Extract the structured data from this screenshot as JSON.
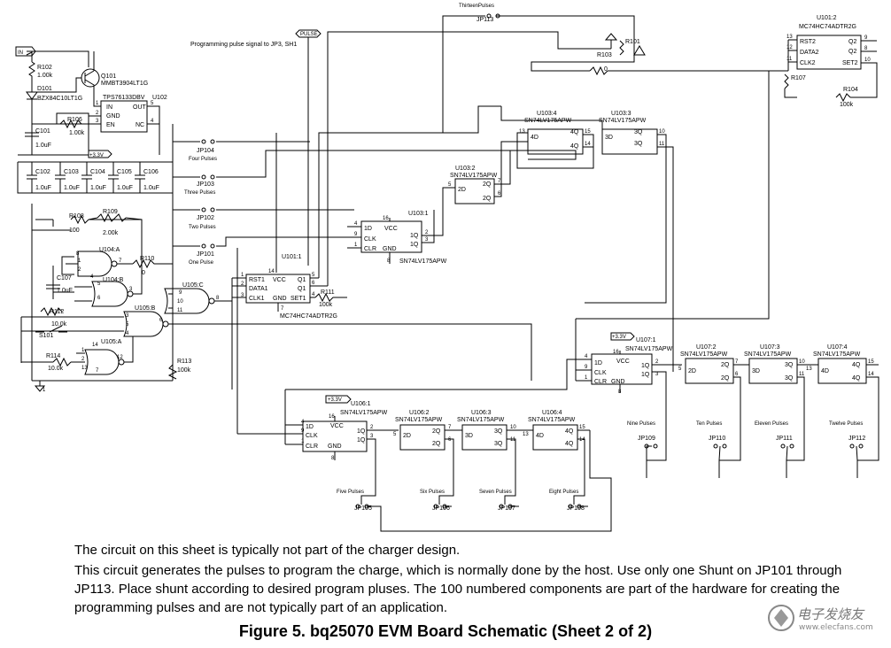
{
  "schematic": {
    "ports": {
      "in": "IN",
      "pulse": "PULSE",
      "pulse_note": "Programming pulse signal to JP3, SH1",
      "supply": "+3.3V"
    },
    "q101": {
      "ref": "Q101",
      "part": "MMBT3904LT1G"
    },
    "d101": {
      "ref": "D101",
      "part": "BZX84C10LT1G"
    },
    "r102": {
      "ref": "R102",
      "value": "1.00k"
    },
    "r106": {
      "ref": "R106",
      "value": "1.00k"
    },
    "u102": {
      "ref": "U102",
      "part": "TPS76133DBV",
      "pin_in": "IN",
      "pin_gnd": "GND",
      "pin_en": "EN",
      "pin_out": "OUT",
      "pin_nc": "NC",
      "n1": "1",
      "n2": "2",
      "n3": "3",
      "n4": "4",
      "n5": "5"
    },
    "c101": {
      "ref": "C101",
      "value": "1.0uF"
    },
    "caps": [
      {
        "ref": "C102",
        "value": "1.0uF"
      },
      {
        "ref": "C103",
        "value": "1.0uF"
      },
      {
        "ref": "C104",
        "value": "1.0uF"
      },
      {
        "ref": "C105",
        "value": "1.0uF"
      },
      {
        "ref": "C106",
        "value": "1.0uF"
      }
    ],
    "r108": {
      "ref": "R108",
      "value": "100"
    },
    "r109": {
      "ref": "R109",
      "value": "2.00k"
    },
    "r110": {
      "ref": "R110",
      "value": "0"
    },
    "c107": {
      "ref": "C107",
      "value": "1.0uF"
    },
    "r112": {
      "ref": "R112",
      "value": "10.0k"
    },
    "r114": {
      "ref": "R114",
      "value": "10.0k"
    },
    "r113": {
      "ref": "R113",
      "value": "100k"
    },
    "r111": {
      "ref": "R111",
      "value": "100k"
    },
    "r101": {
      "ref": "R101"
    },
    "r103": {
      "ref": "R103",
      "value": "0"
    },
    "r107": {
      "ref": "R107"
    },
    "r104": {
      "ref": "R104",
      "value": "100k"
    },
    "s101": {
      "ref": "S101"
    },
    "gates": {
      "u104a": {
        "ref": "U104:A",
        "pins": [
          "8",
          "1",
          "2",
          "7"
        ]
      },
      "u104b": {
        "ref": "U104:B",
        "pins": [
          "4",
          "5",
          "6",
          "3"
        ]
      },
      "u105c": {
        "ref": "U105:C",
        "pins": [
          "9",
          "10",
          "11",
          "8"
        ]
      },
      "u105b": {
        "ref": "U105:B",
        "pins": [
          "3",
          "5",
          "4",
          "6"
        ]
      },
      "u105a": {
        "ref": "U105:A",
        "pins": [
          "14",
          "1",
          "2",
          "13",
          "7",
          "12"
        ]
      }
    },
    "u101_1": {
      "ref": "U101:1",
      "part": "MC74HC74ADTR2G",
      "rst": "RST1",
      "data": "DATA1",
      "clk": "CLK1",
      "vcc": "VCC",
      "q": "Q1",
      "qbar": "Q1",
      "gnd": "GND",
      "set": "SET1",
      "pins": [
        "14",
        "1",
        "2",
        "3",
        "7",
        "5",
        "6",
        "4"
      ]
    },
    "u101_2": {
      "ref": "U101:2",
      "part": "MC74HC74ADTR2G",
      "rst": "RST2",
      "data": "DATA2",
      "clk": "CLK2",
      "q": "Q2",
      "qbar": "Q2",
      "set": "SET2",
      "pins": [
        "13",
        "12",
        "11",
        "9",
        "8",
        "10"
      ]
    },
    "u103_1": {
      "ref": "U103:1",
      "part": "SN74LV175APW",
      "d": "1D",
      "clk": "CLK",
      "clr": "CLR",
      "vcc": "VCC",
      "q": "1Q",
      "qbar": "1Q",
      "gnd": "GND",
      "pins": [
        "16",
        "4",
        "9",
        "1",
        "2",
        "3",
        "8"
      ]
    },
    "u103_2": {
      "ref": "U103:2",
      "part": "SN74LV175APW",
      "d": "2D",
      "q": "2Q",
      "qbar": "2Q",
      "pins": [
        "5",
        "7",
        "6"
      ]
    },
    "u103_3": {
      "ref": "U103:3",
      "part": "SN74LV175APW",
      "d": "3D",
      "q": "3Q",
      "qbar": "3Q",
      "pins": [
        "10",
        "11"
      ]
    },
    "u103_4": {
      "ref": "U103:4",
      "part": "SN74LV175APW",
      "d": "4D",
      "q": "4Q",
      "qbar": "4Q",
      "pins": [
        "13",
        "15",
        "14"
      ]
    },
    "u106": [
      {
        "ref": "U106:1",
        "part": "SN74LV175APW",
        "d": "1D",
        "q": "1Q",
        "qbar": "1Q",
        "pins": [
          "4",
          "2",
          "3"
        ]
      },
      {
        "ref": "U106:2",
        "part": "SN74LV175APW",
        "d": "2D",
        "q": "2Q",
        "qbar": "2Q",
        "pins": [
          "5",
          "7",
          "6"
        ]
      },
      {
        "ref": "U106:3",
        "part": "SN74LV175APW",
        "d": "3D",
        "q": "3Q",
        "qbar": "3Q",
        "pins": [
          "10",
          "11"
        ]
      },
      {
        "ref": "U106:4",
        "part": "SN74LV175APW",
        "d": "4D",
        "q": "4Q",
        "qbar": "4Q",
        "pins": [
          "13",
          "15",
          "14"
        ]
      }
    ],
    "u107": [
      {
        "ref": "U107:1",
        "part": "SN74LV175APW",
        "d": "1D",
        "q": "1Q",
        "qbar": "1Q",
        "pins": [
          "4",
          "2",
          "3"
        ]
      },
      {
        "ref": "U107:2",
        "part": "SN74LV175APW",
        "d": "2D",
        "q": "2Q",
        "qbar": "2Q",
        "pins": [
          "5",
          "7",
          "6"
        ]
      },
      {
        "ref": "U107:3",
        "part": "SN74LV175APW",
        "d": "3D",
        "q": "3Q",
        "qbar": "3Q",
        "pins": [
          "10",
          "11"
        ]
      },
      {
        "ref": "U107:4",
        "part": "SN74LV175APW",
        "d": "4D",
        "q": "4Q",
        "qbar": "4Q",
        "pins": [
          "13",
          "15",
          "14"
        ]
      }
    ],
    "common_pins": {
      "clk_pin": "9",
      "clr_pin": "1",
      "gnd_pin": "8",
      "vcc_pin": "16",
      "vcc": "VCC",
      "gnd": "GND",
      "clk": "CLK",
      "clr": "CLR"
    },
    "jumpers_left": [
      {
        "ref": "JP104",
        "label": "Four Pulses"
      },
      {
        "ref": "JP103",
        "label": "Three Pulses"
      },
      {
        "ref": "JP102",
        "label": "Two Pulses"
      },
      {
        "ref": "JP101",
        "label": "One Pulse"
      }
    ],
    "jumpers_bottom": [
      {
        "ref": "JP105",
        "label": "Five Pulses"
      },
      {
        "ref": "JP106",
        "label": "Six Pulses"
      },
      {
        "ref": "JP107",
        "label": "Seven Pulses"
      },
      {
        "ref": "JP108",
        "label": "Eight Pulses"
      }
    ],
    "jumpers_right": [
      {
        "ref": "JP109",
        "label": "Nine Pulses"
      },
      {
        "ref": "JP110",
        "label": "Ten Pulses"
      },
      {
        "ref": "JP111",
        "label": "Eleven Pulses"
      },
      {
        "ref": "JP112",
        "label": "Twelve Pulses"
      }
    ],
    "jp113": {
      "ref": "JP113",
      "label": "ThirteenPulses"
    },
    "gnd_marker": "1"
  },
  "text": {
    "p1": "The circuit on this sheet is typically not part of the charger design.",
    "p2": "This circuit generates the pulses to program the charge, which is normally done by the host. Use only one Shunt on JP101 through JP113. Place shunt according to desired program pluses. The 100 numbered components are part of the hardware for creating the programming pulses and are not typically part of an application.",
    "caption": "Figure 5. bq25070 EVM Board Schematic (Sheet 2 of 2)"
  },
  "watermark": {
    "name": "电子发烧友",
    "site": "www.elecfans.com"
  }
}
